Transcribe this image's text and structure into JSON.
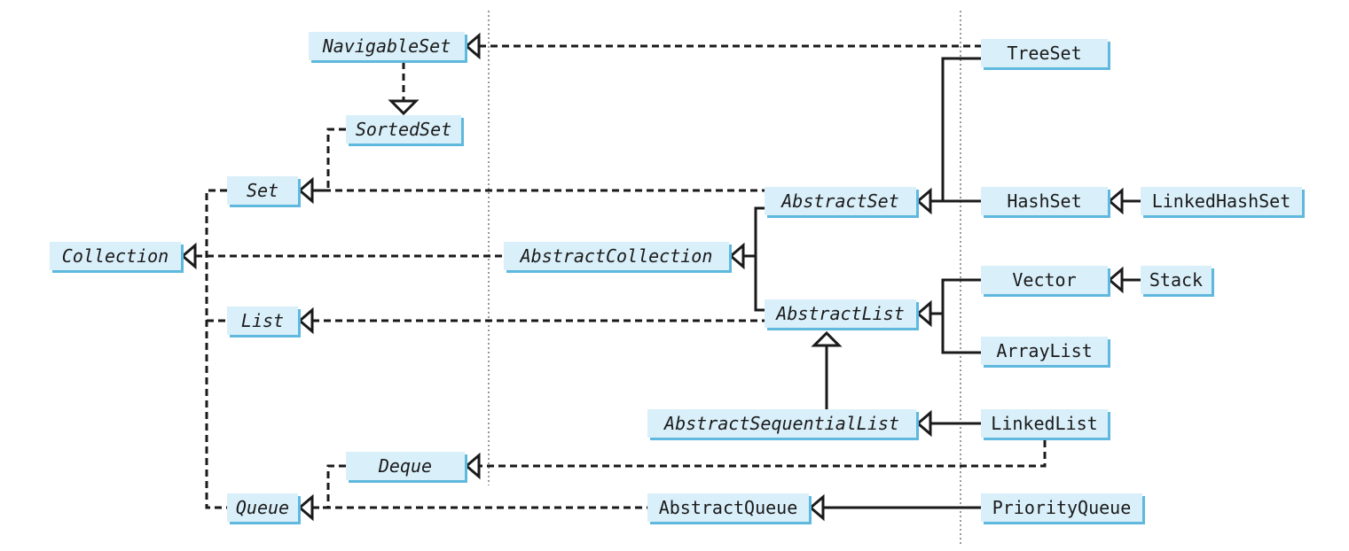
{
  "diagram": {
    "nodes": {
      "navigable_set": "NavigableSet",
      "sorted_set": "SortedSet",
      "set": "Set",
      "collection": "Collection",
      "list": "List",
      "deque": "Deque",
      "queue": "Queue",
      "abstract_collection": "AbstractCollection",
      "abstract_set": "AbstractSet",
      "abstract_list": "AbstractList",
      "abstract_sequential_list": "AbstractSequentialList",
      "abstract_queue": "AbstractQueue",
      "tree_set": "TreeSet",
      "hash_set": "HashSet",
      "linked_hash_set": "LinkedHashSet",
      "vector": "Vector",
      "stack": "Stack",
      "array_list": "ArrayList",
      "linked_list": "LinkedList",
      "priority_queue": "PriorityQueue"
    },
    "colors": {
      "box_fill": "#d9eff9",
      "box_shadow": "#5fb8dd",
      "line": "#1a1a1a"
    }
  }
}
